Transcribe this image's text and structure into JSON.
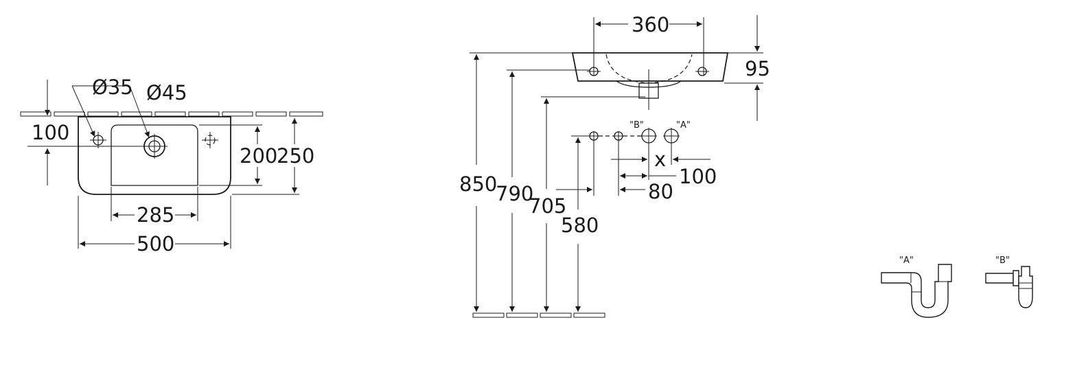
{
  "plan_view": {
    "dims": {
      "hole_small": "Ø35",
      "hole_large": "Ø45",
      "depth_100": "100",
      "bowl_depth": "200",
      "overall_depth": "250",
      "bowl_width": "285",
      "overall_width": "500"
    }
  },
  "side_view": {
    "dims": {
      "hole_spacing": "360",
      "basin_height": "95",
      "rim_height": "850",
      "tap_height": "790",
      "waste_height": "705",
      "siphon_height": "580",
      "spacing_x": "x",
      "spacing_100": "100",
      "spacing_80": "80",
      "label_b": "\"B\"",
      "label_a": "\"A\""
    }
  },
  "siphons": {
    "label_a": "\"A\"",
    "label_b": "\"B\""
  }
}
